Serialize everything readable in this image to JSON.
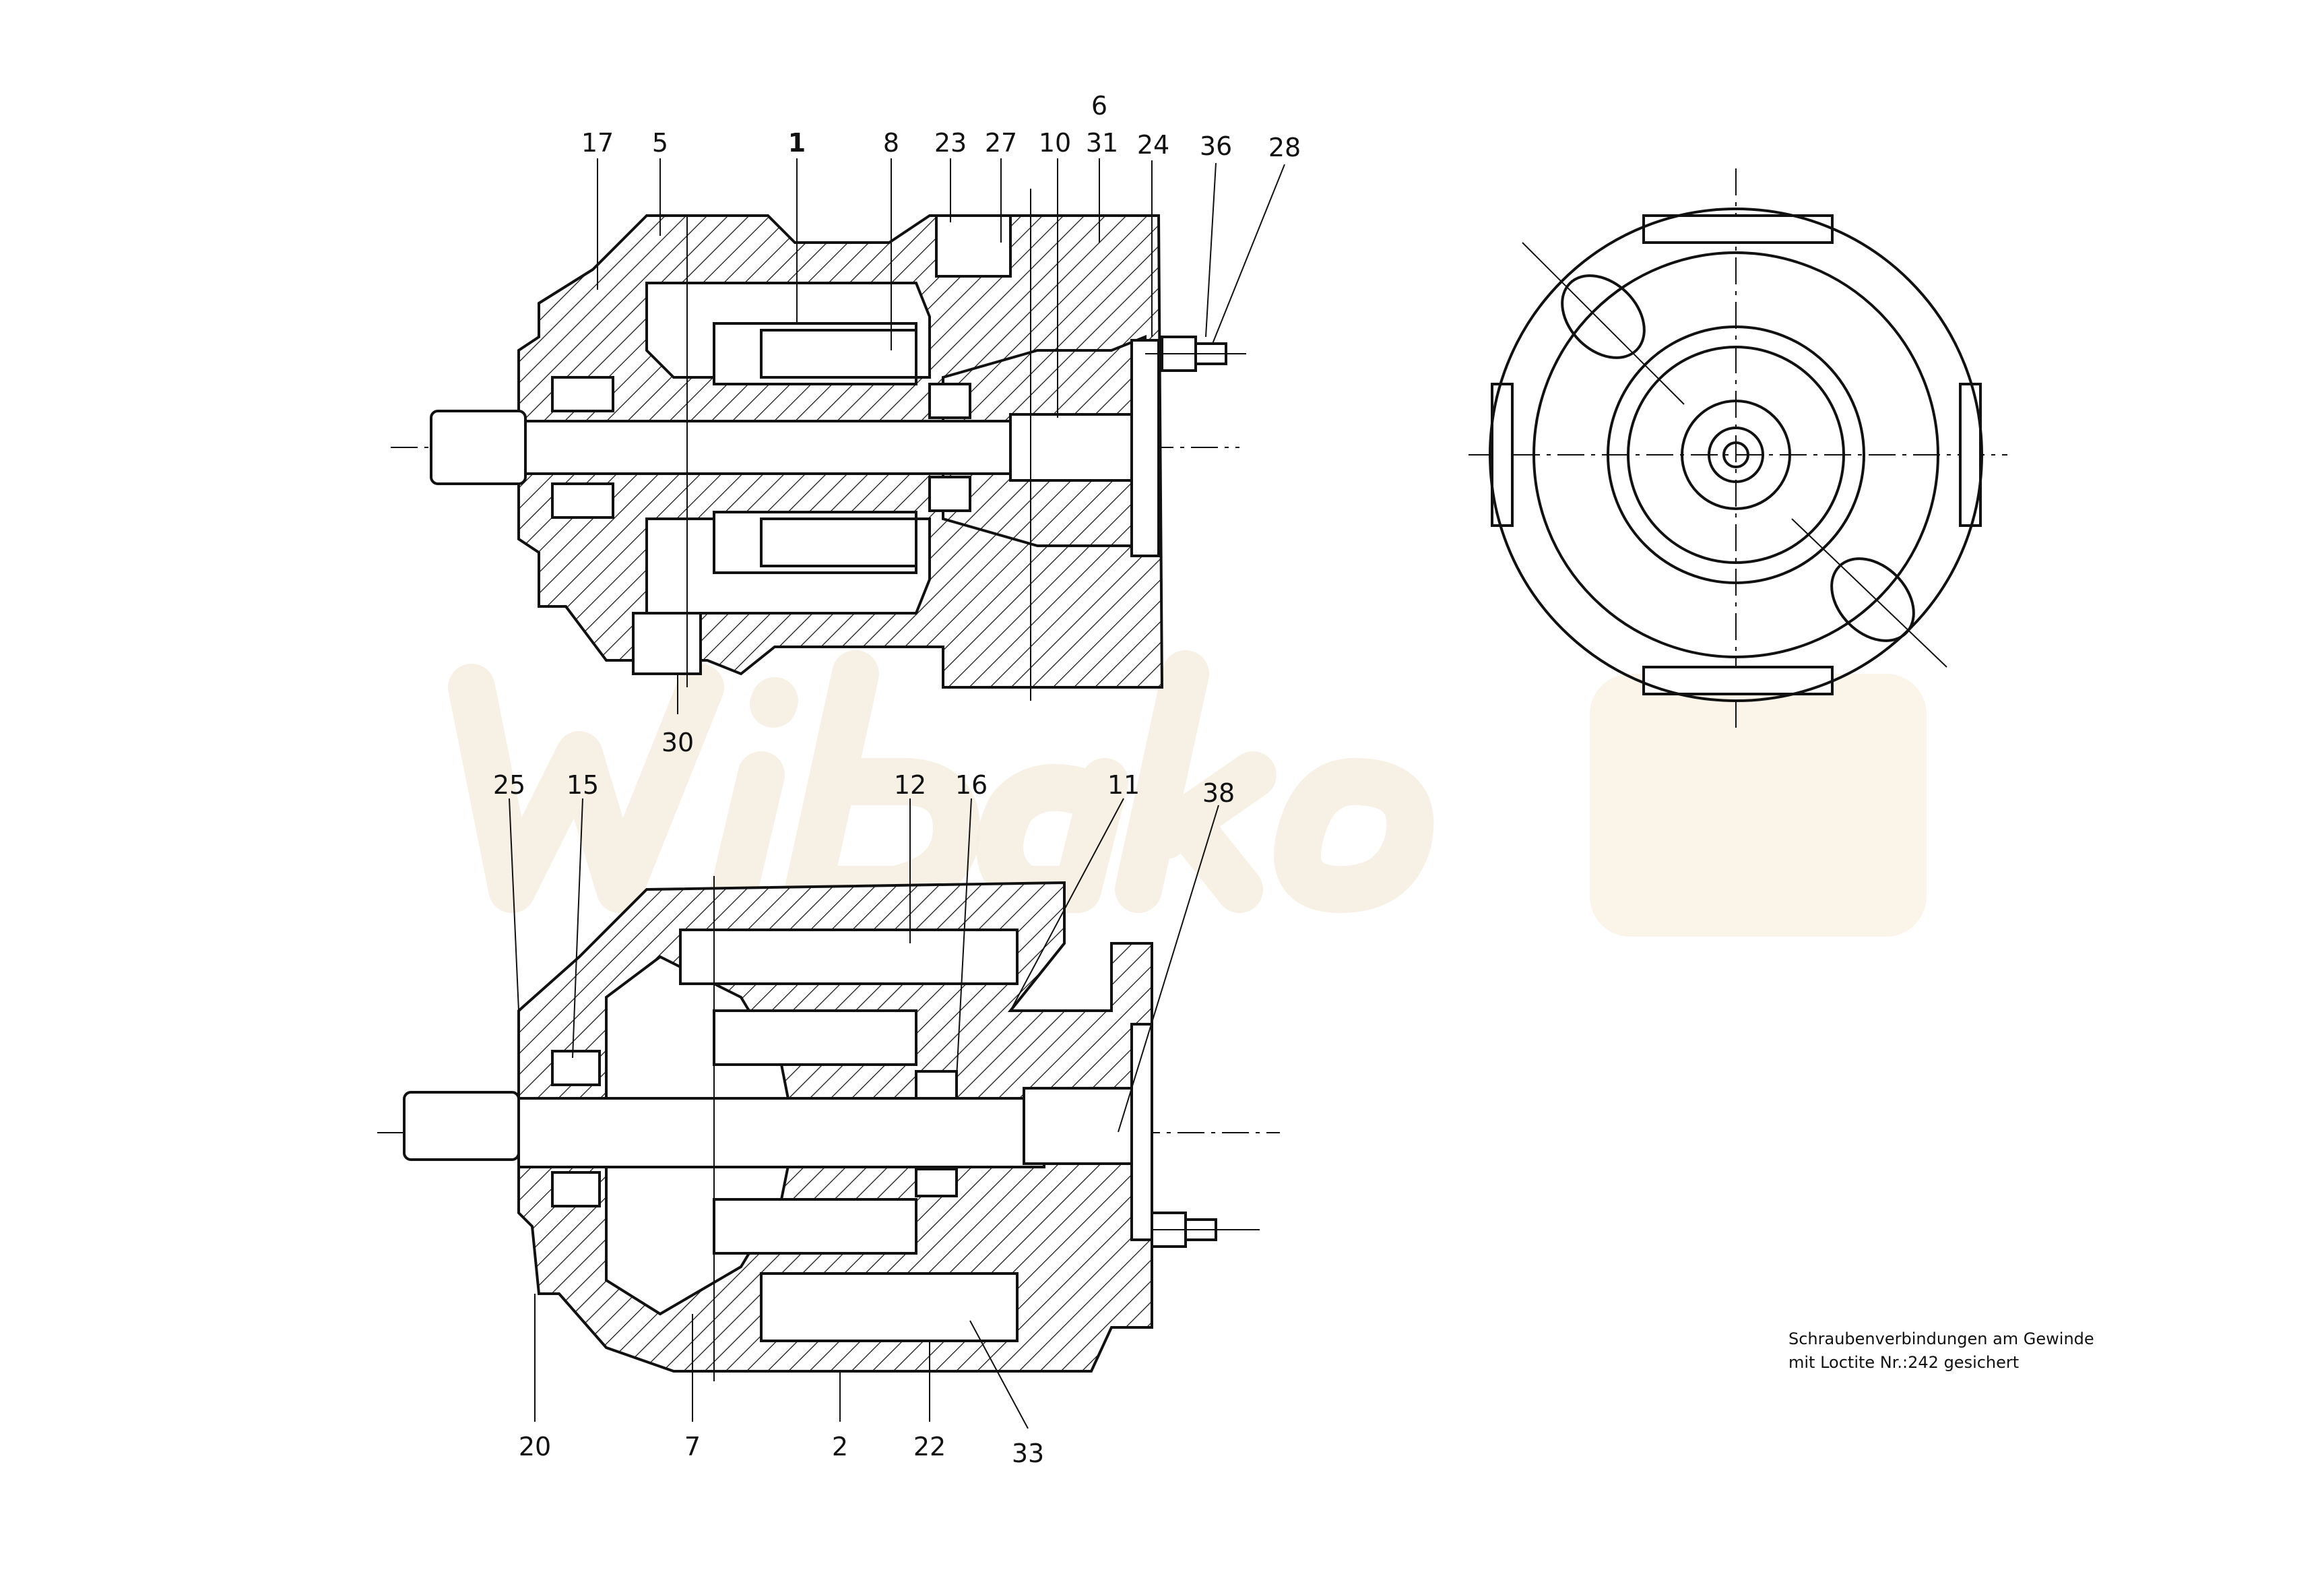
{
  "watermark": "Wibako",
  "top_view": {
    "labels": [
      "17",
      "5",
      "1",
      "8",
      "23",
      "27",
      "10",
      "6",
      "31",
      "24",
      "36",
      "28",
      "30"
    ]
  },
  "bottom_view": {
    "labels": [
      "25",
      "15",
      "12",
      "16",
      "11",
      "38",
      "20",
      "7",
      "2",
      "22",
      "33"
    ]
  },
  "note": {
    "line1": "Schraubenverbindungen am  Gewinde",
    "line2": "mit Loctite  Nr.:242 gesichert"
  }
}
